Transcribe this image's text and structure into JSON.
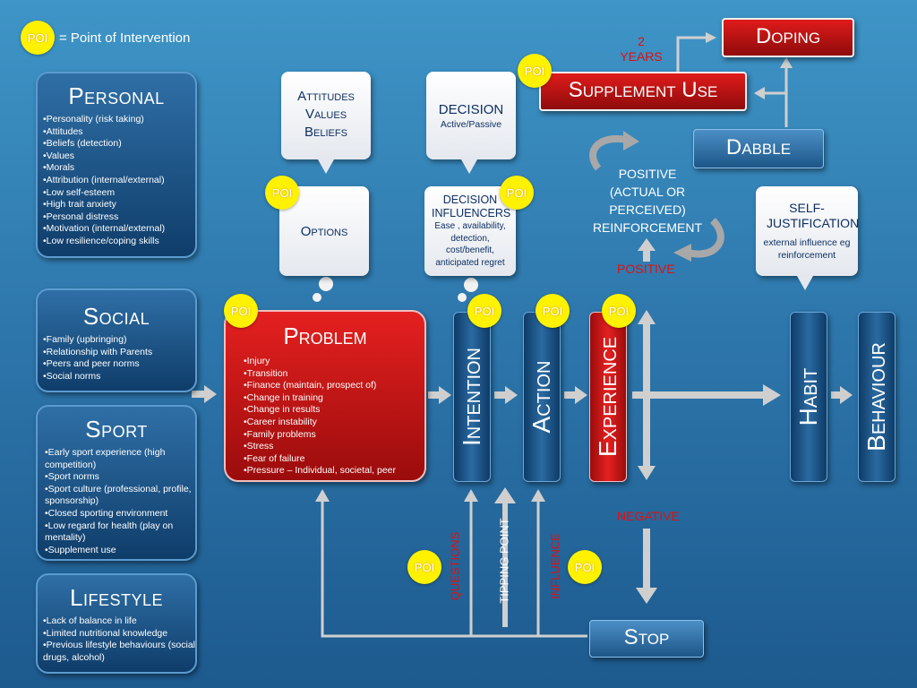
{
  "legend": {
    "poi_label": "POI",
    "text": "= Point of Intervention"
  },
  "poi": "POI",
  "personal": {
    "title": "Personal",
    "items": [
      "•Personality (risk taking)",
      "•Attitudes",
      "•Beliefs (detection)",
      "•Values",
      "•Morals",
      "•Attribution (internal/external)",
      "•Low self-esteem",
      "•High trait anxiety",
      "•Personal distress",
      "•Motivation (internal/external)",
      "•Low resilience/coping skills"
    ]
  },
  "social": {
    "title": "Social",
    "items": [
      "•Family (upbringing)",
      "•Relationship with Parents",
      "•Peers and peer norms",
      "•Social norms"
    ]
  },
  "sport": {
    "title": "Sport",
    "items": [
      "•Early sport experience (high competition)",
      "•Sport norms",
      "•Sport culture (professional, profile, sponsorship)",
      "•Closed sporting environment",
      "•Low regard for health (play on mentality)",
      "•Supplement use"
    ]
  },
  "lifestyle": {
    "title": "Lifestyle",
    "items": [
      "•Lack of balance in life",
      "•Limited nutritional knowledge",
      "•Previous lifestyle behaviours (social drugs, alcohol)"
    ]
  },
  "attitudes": {
    "l1": "Attitudes",
    "l2": "Values",
    "l3": "Beliefs"
  },
  "options": "Options",
  "decision": {
    "title": "DECISION",
    "sub": "Active/Passive"
  },
  "influencers": {
    "title": "DECISION INFLUENCERS",
    "body": "Ease , availability, detection, cost/benefit, anticipated regret"
  },
  "problem": {
    "title": "Problem",
    "items": [
      "•Injury",
      "•Transition",
      "•Finance (maintain, prospect of)",
      "•Change in training",
      "•Change in results",
      "•Career instability",
      "•Family problems",
      "•Stress",
      "•Fear of failure",
      "•Pressure – Individual, societal, peer"
    ]
  },
  "stages": {
    "intention": "Intention",
    "action": "Action",
    "experience": "Experience",
    "habit": "Habit",
    "behaviour": "Behaviour"
  },
  "doping": "Doping",
  "supplement": "Supplement Use",
  "dabble": "Dabble",
  "years": {
    "l1": "2",
    "l2": "YEARS"
  },
  "reinforcement": {
    "l1": "POSITIVE",
    "l2": "(ACTUAL OR",
    "l3": "PERCEIVED)",
    "l4": "REINFORCEMENT"
  },
  "positive": "POSITIVE",
  "negative": "NEGATIVE",
  "self_just": {
    "title": "SELF-JUSTIFICATION",
    "body": "external influence eg reinforcement"
  },
  "stop": "Stop",
  "vertical": {
    "questions": "QUESTIONS",
    "tipping": "TIPPING POINT",
    "influence": "INFLUENCE"
  },
  "colors": {
    "accent_red": "#e01010",
    "poi_yellow": "#fff200",
    "box_blue": "#0f3d6a"
  }
}
